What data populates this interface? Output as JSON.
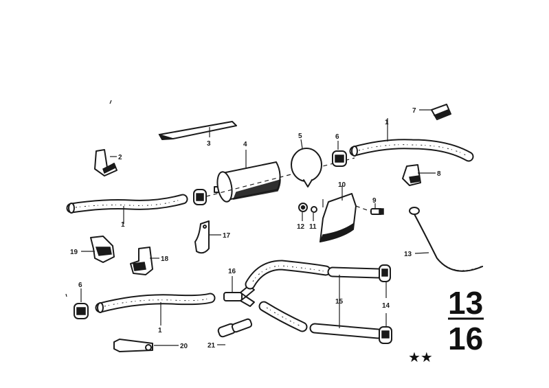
{
  "callouts": {
    "c1a": "1",
    "c1b": "1",
    "c1c": "1",
    "c2": "2",
    "c3": "3",
    "c4": "4",
    "c5": "5",
    "c6a": "6",
    "c6b": "6",
    "c7": "7",
    "c8": "8",
    "c9": "9",
    "c10": "10",
    "c11": "11",
    "c12": "12",
    "c13": "13",
    "c14": "14",
    "c15": "15",
    "c16": "16",
    "c17": "17",
    "c18": "18",
    "c19": "19",
    "c20": "20",
    "c21": "21"
  },
  "group": {
    "top": "13",
    "bottom": "16"
  },
  "stars": "★★",
  "colors": {
    "ink": "#1a1a1a",
    "paper": "#ffffff"
  }
}
